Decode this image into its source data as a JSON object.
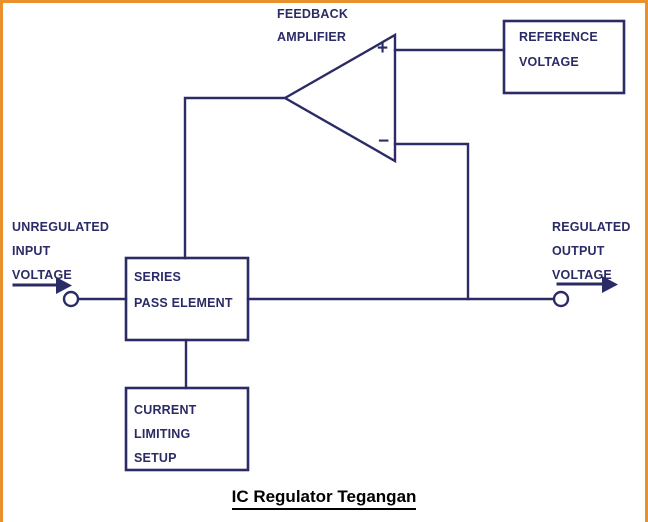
{
  "figure": {
    "caption": "IC Regulator Tegangan",
    "stroke_color": "#2b2b66",
    "frame_color": "#e8912d",
    "background": "#ffffff"
  },
  "labels": {
    "feedback_amplifier_line1": "FEEDBACK",
    "feedback_amplifier_line2": "AMPLIFIER",
    "input_line1": "UNREGULATED",
    "input_line2": "INPUT",
    "input_line3": "VOLTAGE",
    "output_line1": "REGULATED",
    "output_line2": "OUTPUT",
    "output_line3": "VOLTAGE",
    "opamp_plus": "+",
    "opamp_minus": "−"
  },
  "blocks": [
    {
      "id": "reference-voltage",
      "line1": "REFERENCE",
      "line2": "VOLTAGE"
    },
    {
      "id": "series-pass-element",
      "line1": "SERIES",
      "line2": "PASS ELEMENT"
    },
    {
      "id": "current-limiting-setup",
      "line1": "CURRENT",
      "line2": "LIMITING",
      "line3": "SETUP"
    }
  ],
  "chart_data": {
    "type": "diagram",
    "title": "IC Regulator Tegangan",
    "nodes": [
      {
        "name": "Feedback Amplifier",
        "shape": "triangle",
        "inputs": [
          "+",
          "−"
        ],
        "output_side": "left"
      },
      {
        "name": "Reference Voltage",
        "shape": "rectangle"
      },
      {
        "name": "Series Pass Element",
        "shape": "rectangle"
      },
      {
        "name": "Current Limiting Setup",
        "shape": "rectangle"
      }
    ],
    "terminals": [
      {
        "name": "Unregulated Input Voltage",
        "direction": "in",
        "side": "left"
      },
      {
        "name": "Regulated Output Voltage",
        "direction": "out",
        "side": "right"
      }
    ],
    "edges": [
      {
        "from": "Reference Voltage",
        "to": "Feedback Amplifier (+)"
      },
      {
        "from": "Feedback Amplifier (output)",
        "to": "Series Pass Element (top)"
      },
      {
        "from": "Unregulated Input Voltage",
        "to": "Series Pass Element (left)"
      },
      {
        "from": "Series Pass Element (right)",
        "to": "Regulated Output Voltage"
      },
      {
        "from": "Output node",
        "to": "Feedback Amplifier (−)"
      },
      {
        "from": "Series Pass Element (bottom)",
        "to": "Current Limiting Setup"
      }
    ]
  }
}
